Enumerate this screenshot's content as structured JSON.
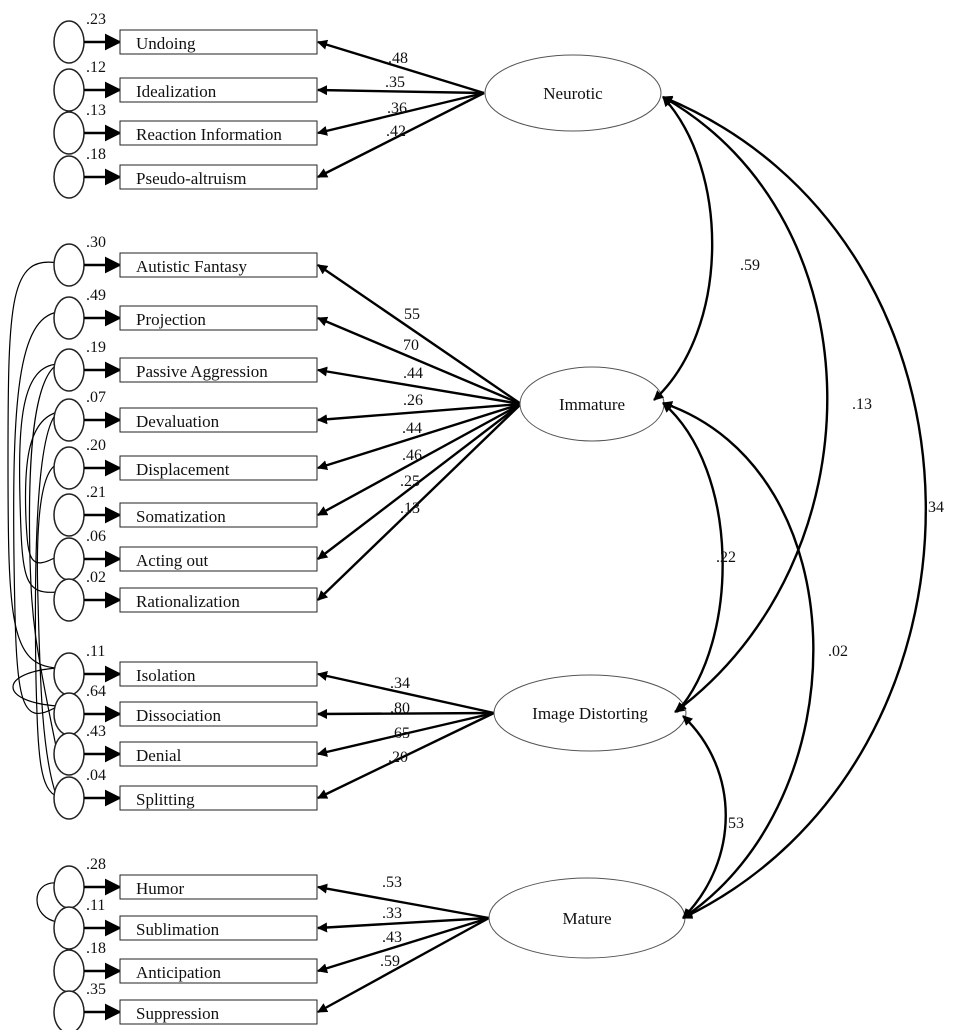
{
  "factors": [
    {
      "id": "neurotic",
      "label": "Neurotic"
    },
    {
      "id": "immature",
      "label": "Immature"
    },
    {
      "id": "image-distorting",
      "label": "Image Distorting"
    },
    {
      "id": "mature",
      "label": "Mature"
    }
  ],
  "indicators": [
    {
      "label": "Undoing",
      "error_variance": ".23",
      "loading": ".48",
      "factor": "neurotic"
    },
    {
      "label": "Idealization",
      "error_variance": ".12",
      "loading": ".35",
      "factor": "neurotic"
    },
    {
      "label": "Reaction Information",
      "error_variance": ".13",
      "loading": ".36",
      "factor": "neurotic"
    },
    {
      "label": "Pseudo-altruism",
      "error_variance": ".18",
      "loading": ".42",
      "factor": "neurotic"
    },
    {
      "label": "Autistic Fantasy",
      "error_variance": ".30",
      "loading": "55",
      "factor": "immature"
    },
    {
      "label": "Projection",
      "error_variance": ".49",
      "loading": "70",
      "factor": "immature"
    },
    {
      "label": "Passive Aggression",
      "error_variance": ".19",
      "loading": ".44",
      "factor": "immature"
    },
    {
      "label": "Devaluation",
      "error_variance": ".07",
      "loading": ".26",
      "factor": "immature"
    },
    {
      "label": "Displacement",
      "error_variance": ".20",
      "loading": ".44",
      "factor": "immature"
    },
    {
      "label": "Somatization",
      "error_variance": ".21",
      "loading": ".46",
      "factor": "immature"
    },
    {
      "label": "Acting out",
      "error_variance": ".06",
      "loading": ".25",
      "factor": "immature"
    },
    {
      "label": "Rationalization",
      "error_variance": ".02",
      "loading": ".13",
      "factor": "immature"
    },
    {
      "label": "Isolation",
      "error_variance": ".11",
      "loading": ".34",
      "factor": "image-distorting"
    },
    {
      "label": "Dissociation",
      "error_variance": ".64",
      "loading": ".80",
      "factor": "image-distorting"
    },
    {
      "label": "Denial",
      "error_variance": ".43",
      "loading": ".65",
      "factor": "image-distorting"
    },
    {
      "label": "Splitting",
      "error_variance": ".04",
      "loading": ".20",
      "factor": "image-distorting"
    },
    {
      "label": "Humor",
      "error_variance": ".28",
      "loading": ".53",
      "factor": "mature"
    },
    {
      "label": "Sublimation",
      "error_variance": ".11",
      "loading": ".33",
      "factor": "mature"
    },
    {
      "label": "Anticipation",
      "error_variance": ".18",
      "loading": ".43",
      "factor": "mature"
    },
    {
      "label": "Suppression",
      "error_variance": ".35",
      "loading": ".59",
      "factor": "mature"
    }
  ],
  "correlations": [
    {
      "from": "neurotic",
      "to": "immature",
      "value": ".59"
    },
    {
      "from": "neurotic",
      "to": "image-distorting",
      "value": ".13"
    },
    {
      "from": "neurotic",
      "to": "mature",
      "value": ".34"
    },
    {
      "from": "immature",
      "to": "image-distorting",
      "value": ".22"
    },
    {
      "from": "immature",
      "to": "mature",
      "value": ".02"
    },
    {
      "from": "image-distorting",
      "to": "mature",
      "value": "53"
    }
  ]
}
